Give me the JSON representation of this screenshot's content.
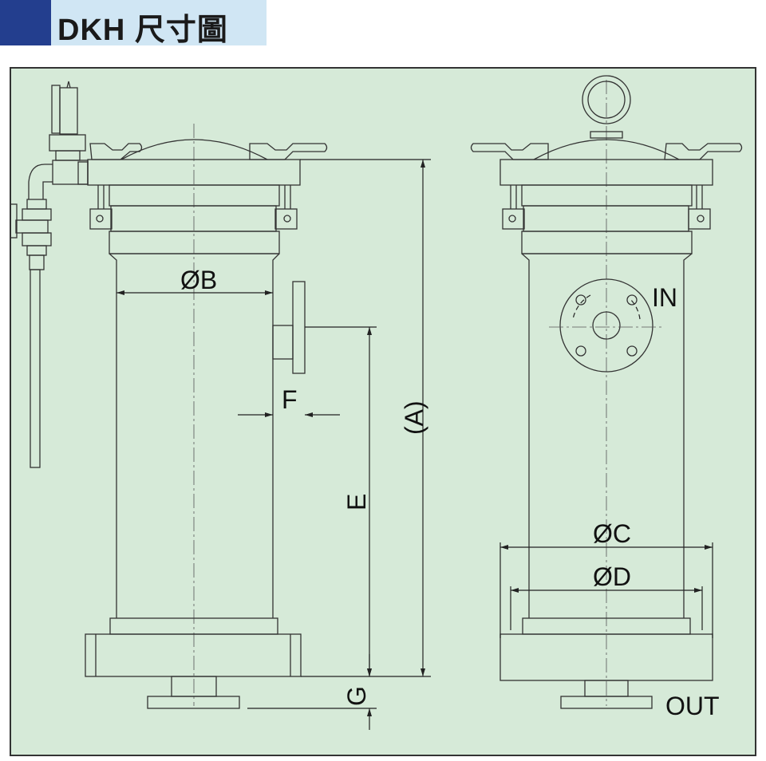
{
  "header": {
    "title": "DKH 尺寸圖",
    "accent_color": "#233e8e",
    "band_color": "#d0e6f4"
  },
  "diagram": {
    "background_color": "#d6ead8",
    "labels": {
      "dia_b": "ØB",
      "f": "F",
      "e": "E",
      "a": "(A)",
      "g": "G",
      "inlet": "IN",
      "dia_c": "ØC",
      "dia_d": "ØD",
      "outlet": "OUT"
    }
  }
}
